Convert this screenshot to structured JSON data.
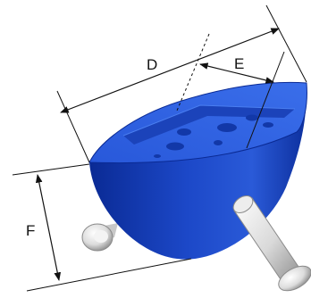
{
  "labels": {
    "d": "D",
    "e": "E",
    "f": "F"
  },
  "colors": {
    "body_blue": "#1C48C8",
    "body_dark": "#0A2A94",
    "top_face": "#2F63E6",
    "groove": "#1D46C0",
    "pin_light": "#F2F2F2",
    "pin_shadow": "#9A9A9A",
    "line": "#111111"
  }
}
